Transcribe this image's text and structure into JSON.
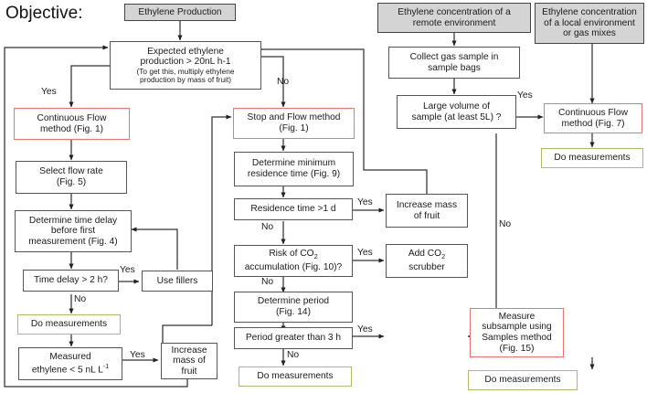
{
  "title": "Objective:",
  "legend": {
    "grey_fill": "#d4d4d4",
    "red_border": "#e8766f",
    "green_border": "#a8bd6a",
    "box_border": "#555555",
    "line_color": "#333333"
  },
  "nodes": {
    "ethylene_production": "Ethylene Production",
    "expected_main": "Expected ethylene\nproduction > 20nL h-1",
    "expected_line1": "Expected ethylene",
    "expected_line2": "production > 20nL h-1",
    "expected_note1": "(To get this, multiply  ethylene",
    "expected_note2": "production by mass of fruit)",
    "continuous_flow_1a": "Continuous Flow",
    "continuous_flow_1b": "method (Fig. 1)",
    "select_flow_rate_a": "Select flow rate",
    "select_flow_rate_b": "(Fig. 5)",
    "determine_delay_a": "Determine time delay",
    "determine_delay_b": "before first",
    "determine_delay_c": "measurement (Fig. 4)",
    "time_delay_q": "Time delay > 2 h?",
    "use_fillers": "Use fillers",
    "do_measurements_left": "Do measurements",
    "measured_ethylene_a": "Measured",
    "measured_ethylene_b": "ethylene < 5 nL L",
    "measured_ethylene_sup": "-1",
    "increase_mass_left_a": "Increase",
    "increase_mass_left_b": "mass of fruit",
    "stop_and_flow_a": "Stop and Flow method",
    "stop_and_flow_b": "(Fig. 1)",
    "determine_min_res_a": "Determine minimum",
    "determine_min_res_b": "residence time (Fig. 9)",
    "residence_time_q": "Residence time >1 d",
    "increase_mass_mid_a": "Increase mass",
    "increase_mass_mid_b": "of fruit",
    "risk_co2_a": "Risk of CO",
    "risk_co2_sub": "2",
    "risk_co2_b": "accumulation (Fig. 10)?",
    "add_co2_a": "Add CO",
    "add_co2_sub": "2",
    "add_co2_b": "scrubber",
    "determine_period_a": "Determine period",
    "determine_period_b": "(Fig. 14)",
    "period_q": "Period greater than 3 h",
    "do_measurements_mid": "Do measurements",
    "remote_env_a": "Ethylene concentration of a",
    "remote_env_b": "remote environment",
    "collect_gas_a": "Collect gas sample in",
    "collect_gas_b": "sample bags",
    "large_volume_a": "Large volume of",
    "large_volume_b": "sample (at least 5L) ?",
    "local_env_a": "Ethylene concentration",
    "local_env_b": "of a local environment",
    "local_env_c": "or gas mixes",
    "continuous_flow_7a": "Continuous Flow",
    "continuous_flow_7b": "method (Fig. 7)",
    "do_measurements_right": "Do measurements",
    "measure_subsample_a": "Measure",
    "measure_subsample_b": "subsample using",
    "measure_subsample_c": "Samples method",
    "measure_subsample_d": "(Fig. 15)",
    "do_measurements_bottom": "Do measurements"
  },
  "edge_labels": {
    "yes_expected_left": "Yes",
    "no_expected_right": "No",
    "yes_timedelay": "Yes",
    "no_timedelay": "No",
    "yes_measured": "Yes",
    "yes_residence": "Yes",
    "no_residence": "No",
    "yes_risk": "Yes",
    "no_risk": "No",
    "yes_period": "Yes",
    "no_period": "No",
    "yes_large_volume": "Yes",
    "no_large_volume": "No"
  }
}
